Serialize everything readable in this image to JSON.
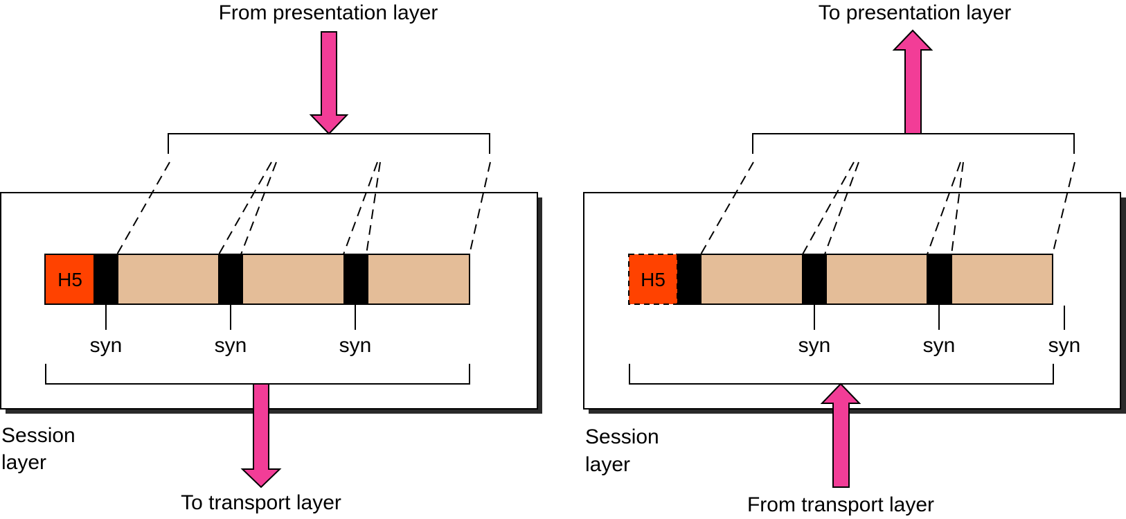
{
  "left": {
    "top_label": "From presentation layer",
    "bottom_label": "To transport layer",
    "layer_label_line1": "Session",
    "layer_label_line2": "layer",
    "header_label": "H5",
    "syn_labels": [
      "syn",
      "syn",
      "syn"
    ]
  },
  "right": {
    "top_label": "To presentation layer",
    "bottom_label": "From transport layer",
    "layer_label_line1": "Session",
    "layer_label_line2": "layer",
    "header_label": "H5",
    "syn_labels": [
      "syn",
      "syn",
      "syn"
    ]
  },
  "colors": {
    "arrow": "#f23d97",
    "header": "#ff4200",
    "data_unit": "#e4bd98",
    "sync_point": "#000000"
  }
}
